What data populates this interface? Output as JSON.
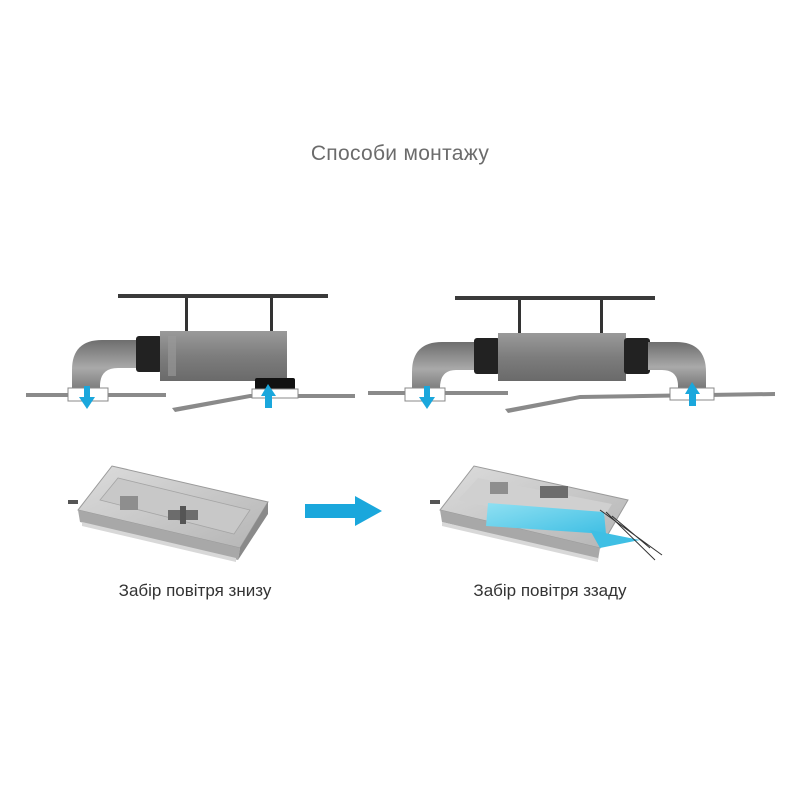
{
  "title": "Способи монтажу",
  "options": [
    {
      "caption": "Забір повітря знизу"
    },
    {
      "caption": "Забір повітря ззаду"
    }
  ],
  "colors": {
    "accent": "#1aa7dc",
    "unit": "#8c8c8c",
    "duct": "#909090",
    "title": "#6b6b6b"
  }
}
